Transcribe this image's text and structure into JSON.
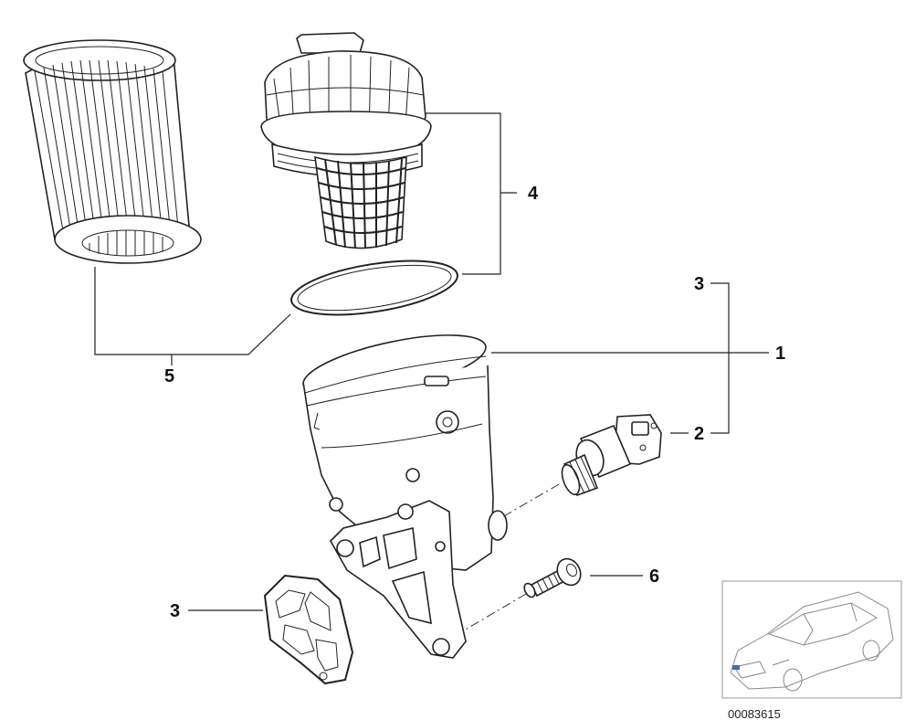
{
  "callouts": {
    "c1": "1",
    "c2": "2",
    "c3_top": "3",
    "c3_bottom": "3",
    "c4": "4",
    "c5": "5",
    "c6": "6"
  },
  "reference_number": "00083615"
}
